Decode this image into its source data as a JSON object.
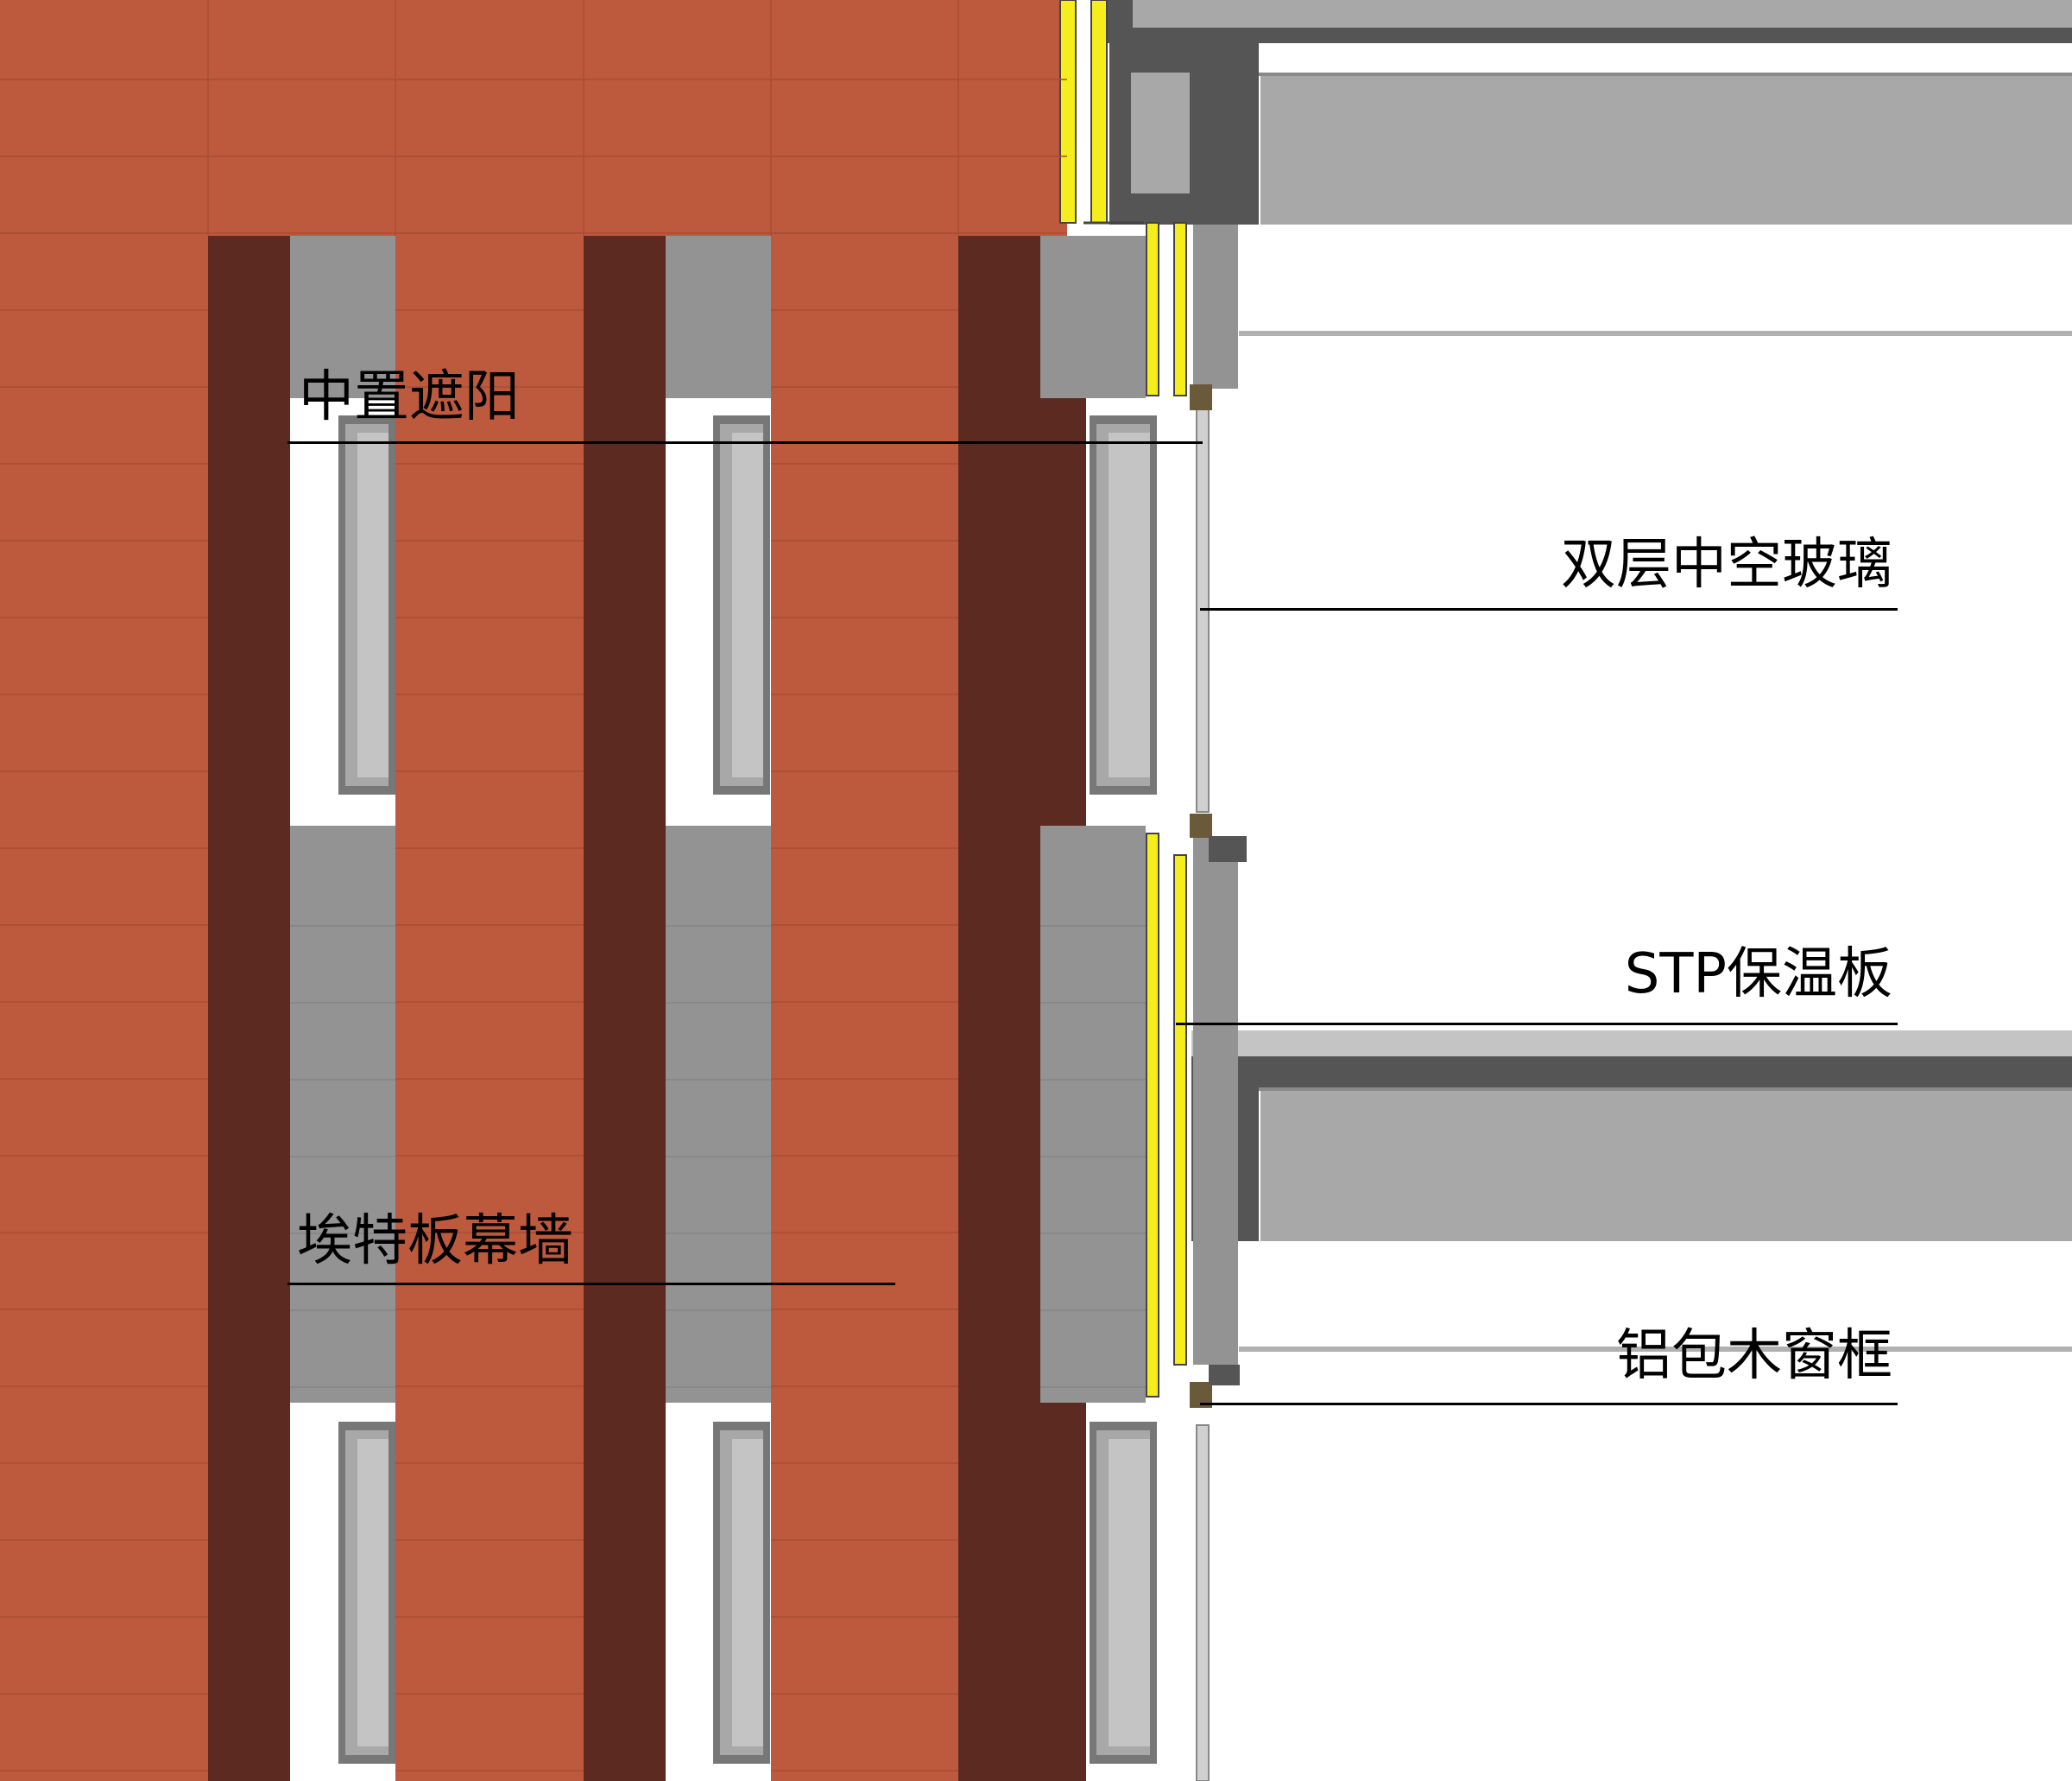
{
  "callouts": {
    "shading": "中置遮阳",
    "glass": "双层中空玻璃",
    "insulation": "STP保温板",
    "curtain_wall": "埃特板幕墙",
    "frame": "铝包木窗框"
  },
  "colors": {
    "terracotta": "#bd5a3e",
    "terracotta_line": "#a84c33",
    "dark_brown": "#5c2a20",
    "concrete_dark": "#555555",
    "slab_grey": "#a8a8a8",
    "panel_grey": "#939393",
    "light_grey": "#c4c4c4",
    "insulation_yellow": "#f5ee1c",
    "white": "#ffffff",
    "ink": "#000000"
  }
}
